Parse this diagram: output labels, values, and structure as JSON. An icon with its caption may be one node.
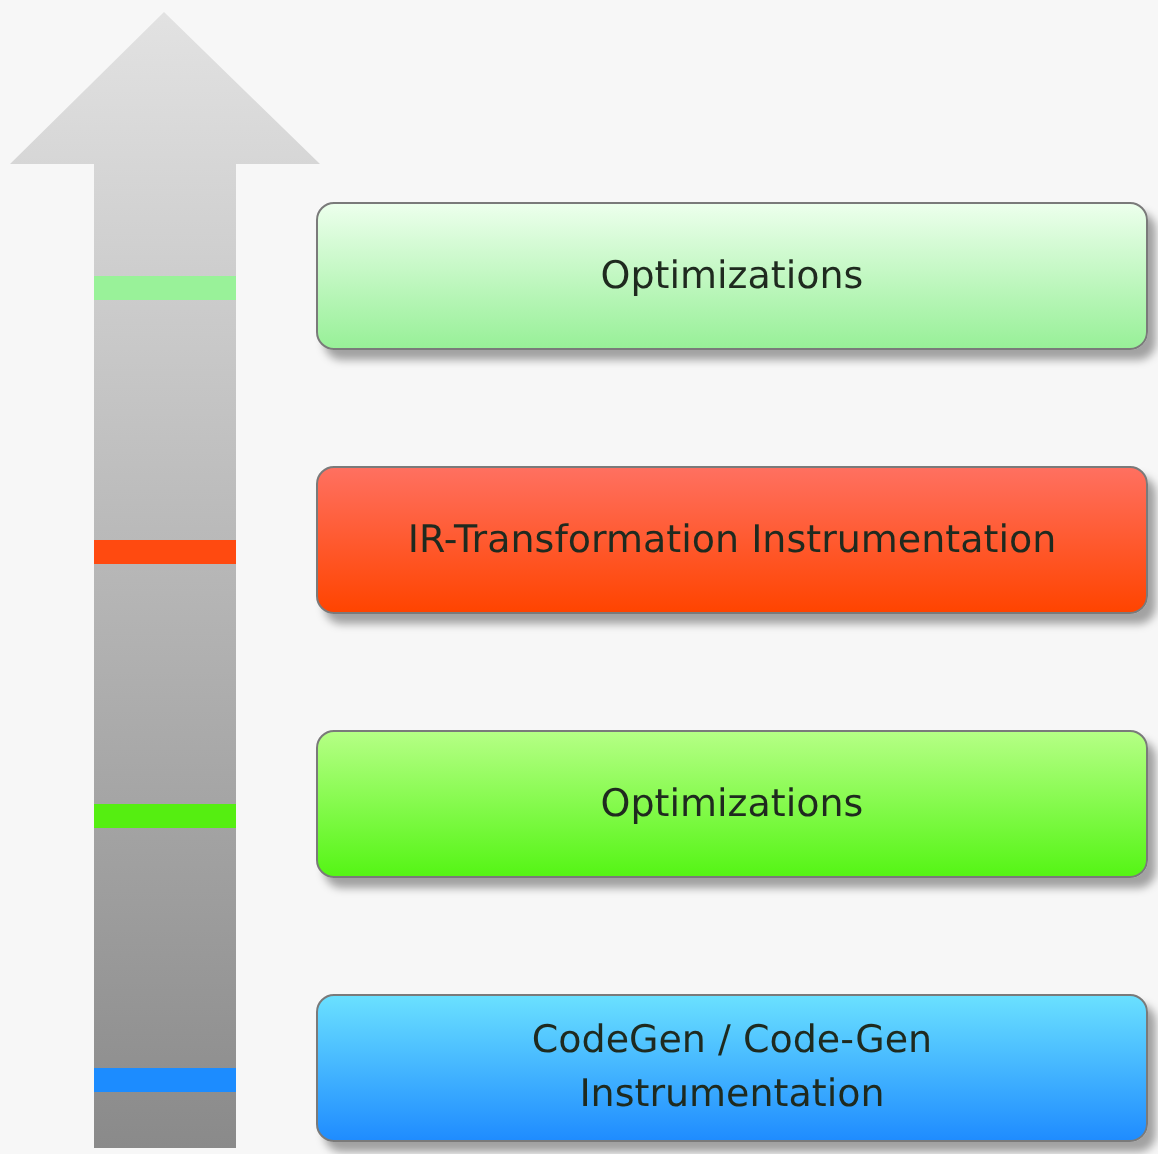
{
  "diagram": {
    "nodes": [
      {
        "text": [
          "Optimizations"
        ]
      },
      {
        "text": [
          "IR-Transformation Instrumentation"
        ]
      },
      {
        "text": [
          "Optimizations"
        ]
      },
      {
        "text": [
          "CodeGen / Code-Gen Instrumentation"
        ]
      }
    ]
  }
}
